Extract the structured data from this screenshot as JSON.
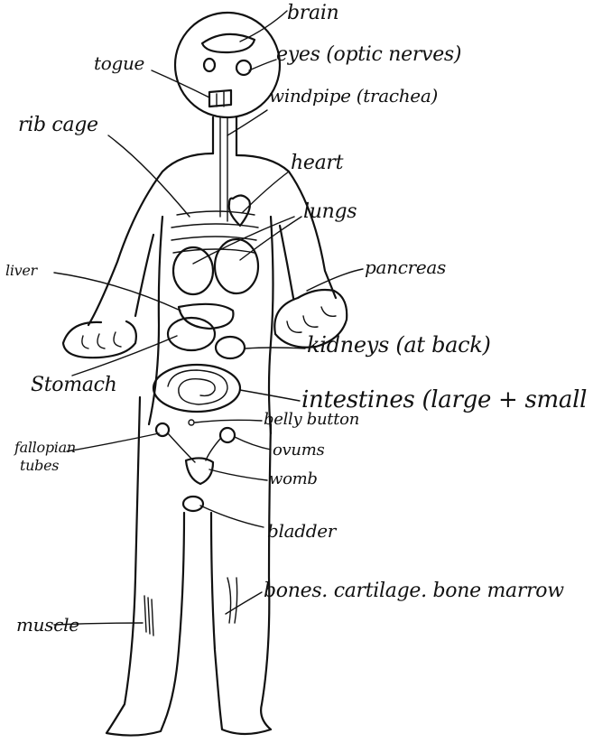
{
  "labels": {
    "brain": "brain",
    "tongue": "togue",
    "eyes": "eyes (optic nerves)",
    "windpipe": "windpipe (trachea)",
    "rib_cage": "rib cage",
    "heart": "heart",
    "lungs": "lungs",
    "liver": "liver",
    "pancreas": "pancreas",
    "kidneys": "kidneys (at back)",
    "stomach": "Stomach",
    "intestines": "intestines (large + small",
    "belly_button": "belly button",
    "fallopian_tubes_1": "fallopian",
    "fallopian_tubes_2": "tubes",
    "ovums": "ovums",
    "womb": "womb",
    "bladder": "bladder",
    "bones": "bones. cartilage. bone marrow",
    "muscle": "muscle"
  }
}
